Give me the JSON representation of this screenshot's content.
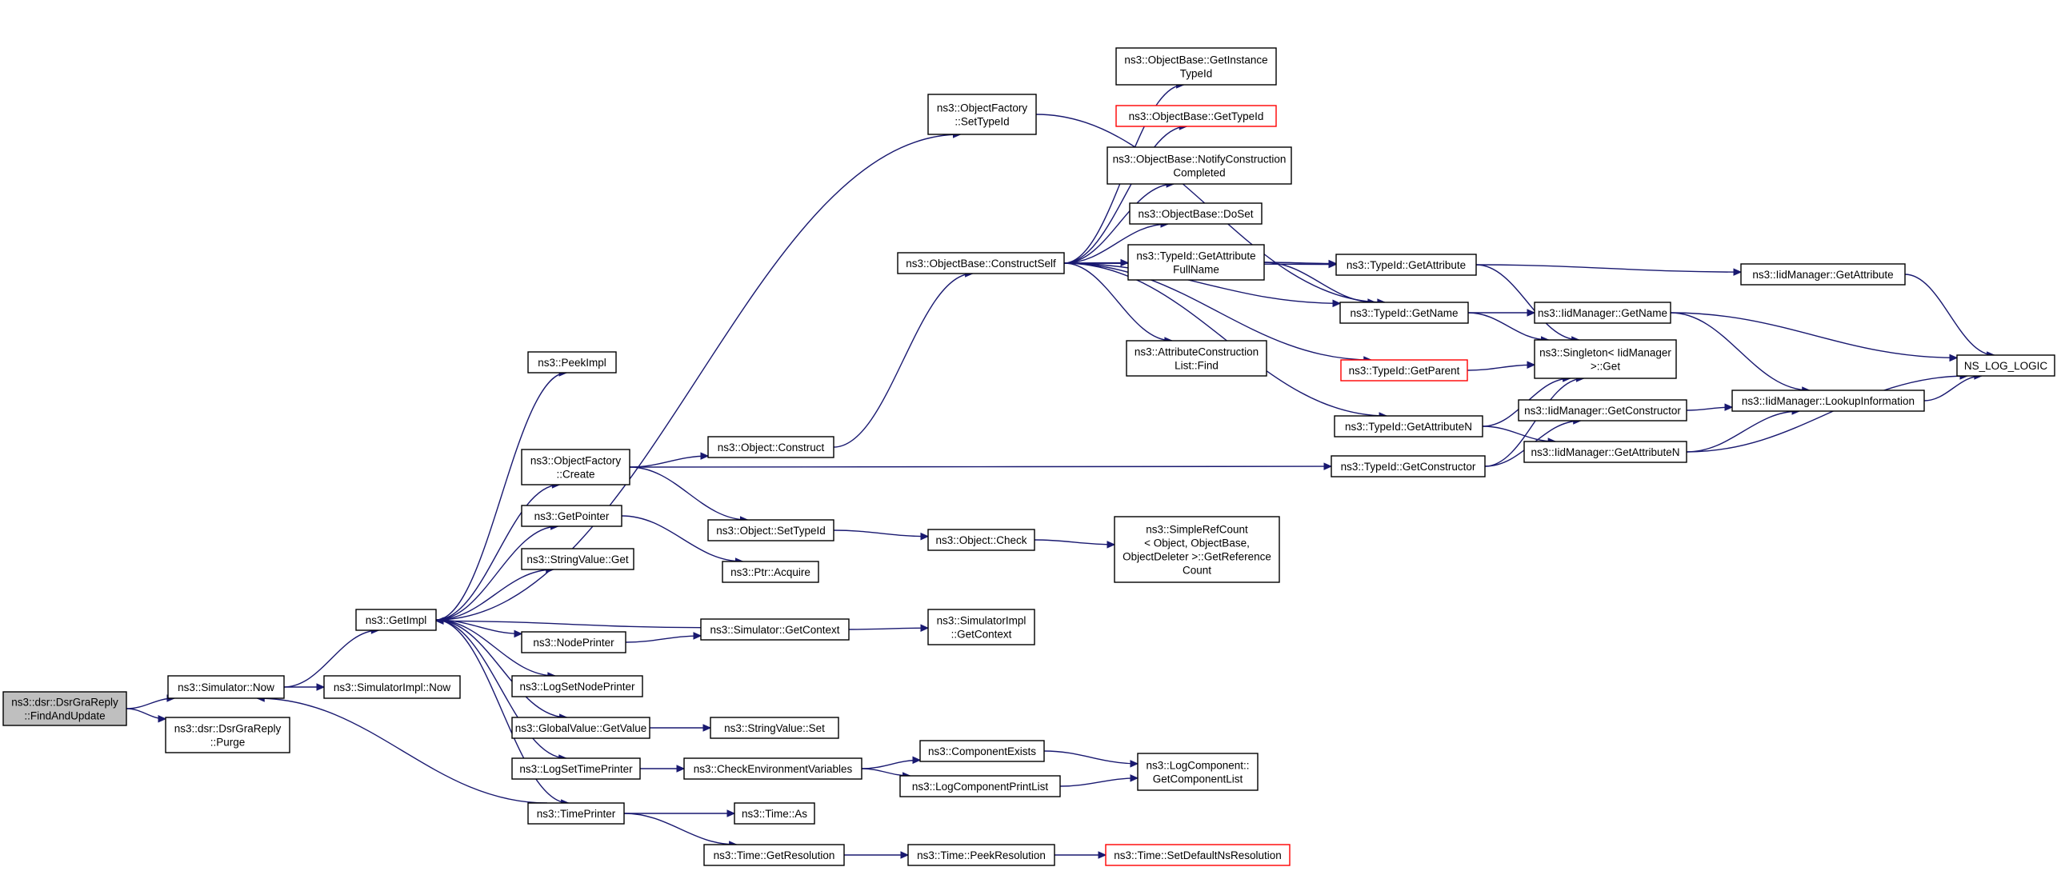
{
  "diagram": {
    "type": "call-graph",
    "colors": {
      "edge": "#191970",
      "root_fill": "#bfbfbf",
      "node_fill": "#ffffff",
      "red_border": "#ff0000"
    },
    "nodes": [
      {
        "id": "root",
        "lines": [
          "ns3::dsr::DsrGraReply",
          "::FindAndUpdate"
        ],
        "style": "root"
      },
      {
        "id": "simnow",
        "lines": [
          "ns3::Simulator::Now"
        ],
        "style": "normal"
      },
      {
        "id": "purge",
        "lines": [
          "ns3::dsr::DsrGraReply",
          "::Purge"
        ],
        "style": "normal"
      },
      {
        "id": "getimpl",
        "lines": [
          "ns3::GetImpl"
        ],
        "style": "normal"
      },
      {
        "id": "simimplnow",
        "lines": [
          "ns3::SimulatorImpl::Now"
        ],
        "style": "normal"
      },
      {
        "id": "peekimpl",
        "lines": [
          "ns3::PeekImpl"
        ],
        "style": "normal"
      },
      {
        "id": "ofcreate",
        "lines": [
          "ns3::ObjectFactory",
          "::Create"
        ],
        "style": "normal"
      },
      {
        "id": "getpointer",
        "lines": [
          "ns3::GetPointer"
        ],
        "style": "normal"
      },
      {
        "id": "strvalget",
        "lines": [
          "ns3::StringValue::Get"
        ],
        "style": "normal"
      },
      {
        "id": "nodeprinter",
        "lines": [
          "ns3::NodePrinter"
        ],
        "style": "normal"
      },
      {
        "id": "logsetnode",
        "lines": [
          "ns3::LogSetNodePrinter"
        ],
        "style": "normal"
      },
      {
        "id": "gvgetvalue",
        "lines": [
          "ns3::GlobalValue::GetValue"
        ],
        "style": "normal"
      },
      {
        "id": "logsettime",
        "lines": [
          "ns3::LogSetTimePrinter"
        ],
        "style": "normal"
      },
      {
        "id": "timeprinter",
        "lines": [
          "ns3::TimePrinter"
        ],
        "style": "normal"
      },
      {
        "id": "ofsettypeid",
        "lines": [
          "ns3::ObjectFactory",
          "::SetTypeId"
        ],
        "style": "normal"
      },
      {
        "id": "objconstruct",
        "lines": [
          "ns3::Object::Construct"
        ],
        "style": "normal"
      },
      {
        "id": "objsettypeid",
        "lines": [
          "ns3::Object::SetTypeId"
        ],
        "style": "normal"
      },
      {
        "id": "ptracquire",
        "lines": [
          "ns3::Ptr::Acquire"
        ],
        "style": "normal"
      },
      {
        "id": "simgetctx",
        "lines": [
          "ns3::Simulator::GetContext"
        ],
        "style": "normal"
      },
      {
        "id": "strvalset",
        "lines": [
          "ns3::StringValue::Set"
        ],
        "style": "normal"
      },
      {
        "id": "checkenv",
        "lines": [
          "ns3::CheckEnvironmentVariables"
        ],
        "style": "normal"
      },
      {
        "id": "timeas",
        "lines": [
          "ns3::Time::As"
        ],
        "style": "normal"
      },
      {
        "id": "timegetres",
        "lines": [
          "ns3::Time::GetResolution"
        ],
        "style": "normal"
      },
      {
        "id": "constructself",
        "lines": [
          "ns3::ObjectBase::ConstructSelf"
        ],
        "style": "normal"
      },
      {
        "id": "objcheck",
        "lines": [
          "ns3::Object::Check"
        ],
        "style": "normal"
      },
      {
        "id": "simimplgetctx",
        "lines": [
          "ns3::SimulatorImpl",
          "::GetContext"
        ],
        "style": "normal"
      },
      {
        "id": "compexists",
        "lines": [
          "ns3::ComponentExists"
        ],
        "style": "normal"
      },
      {
        "id": "lcprintlist",
        "lines": [
          "ns3::LogComponentPrintList"
        ],
        "style": "normal"
      },
      {
        "id": "timepeekres",
        "lines": [
          "ns3::Time::PeekResolution"
        ],
        "style": "normal"
      },
      {
        "id": "getinsttypeid",
        "lines": [
          "ns3::ObjectBase::GetInstance",
          "TypeId"
        ],
        "style": "normal"
      },
      {
        "id": "obgettypeid",
        "lines": [
          "ns3::ObjectBase::GetTypeId"
        ],
        "style": "red"
      },
      {
        "id": "notifyconst",
        "lines": [
          "ns3::ObjectBase::NotifyConstruction",
          "Completed"
        ],
        "style": "normal"
      },
      {
        "id": "doset",
        "lines": [
          "ns3::ObjectBase::DoSet"
        ],
        "style": "normal"
      },
      {
        "id": "tidgetattrfull",
        "lines": [
          "ns3::TypeId::GetAttribute",
          "FullName"
        ],
        "style": "normal"
      },
      {
        "id": "attrconstfind",
        "lines": [
          "ns3::AttributeConstruction",
          "List::Find"
        ],
        "style": "normal"
      },
      {
        "id": "simplerefcount",
        "lines": [
          "ns3::SimpleRefCount",
          "< Object, ObjectBase,",
          "ObjectDeleter >::GetReference",
          "Count"
        ],
        "style": "normal"
      },
      {
        "id": "lcgetlist",
        "lines": [
          "ns3::LogComponent::",
          "GetComponentList"
        ],
        "style": "normal"
      },
      {
        "id": "setdefaultns",
        "lines": [
          "ns3::Time::SetDefaultNsResolution"
        ],
        "style": "red"
      },
      {
        "id": "tidgetattr",
        "lines": [
          "ns3::TypeId::GetAttribute"
        ],
        "style": "normal"
      },
      {
        "id": "tidgetname",
        "lines": [
          "ns3::TypeId::GetName"
        ],
        "style": "normal"
      },
      {
        "id": "tidgetparent",
        "lines": [
          "ns3::TypeId::GetParent"
        ],
        "style": "red"
      },
      {
        "id": "tidgetattrn",
        "lines": [
          "ns3::TypeId::GetAttributeN"
        ],
        "style": "normal"
      },
      {
        "id": "tidgetctor",
        "lines": [
          "ns3::TypeId::GetConstructor"
        ],
        "style": "normal"
      },
      {
        "id": "iidgetattr",
        "lines": [
          "ns3::IidManager::GetAttribute"
        ],
        "style": "normal"
      },
      {
        "id": "iidgetname",
        "lines": [
          "ns3::IidManager::GetName"
        ],
        "style": "normal"
      },
      {
        "id": "singletonget",
        "lines": [
          "ns3::Singleton< IidManager",
          ">::Get"
        ],
        "style": "normal"
      },
      {
        "id": "iidgetctor",
        "lines": [
          "ns3::IidManager::GetConstructor"
        ],
        "style": "normal"
      },
      {
        "id": "iidgetattrn",
        "lines": [
          "ns3::IidManager::GetAttributeN"
        ],
        "style": "normal"
      },
      {
        "id": "iidlookup",
        "lines": [
          "ns3::IidManager::LookupInformation"
        ],
        "style": "normal"
      },
      {
        "id": "nslog",
        "lines": [
          "NS_LOG_LOGIC"
        ],
        "style": "normal"
      }
    ],
    "edges": [
      [
        "root",
        "simnow"
      ],
      [
        "root",
        "purge"
      ],
      [
        "simnow",
        "getimpl"
      ],
      [
        "simnow",
        "simimplnow"
      ],
      [
        "getimpl",
        "peekimpl"
      ],
      [
        "getimpl",
        "ofcreate"
      ],
      [
        "getimpl",
        "getpointer"
      ],
      [
        "getimpl",
        "strvalget"
      ],
      [
        "getimpl",
        "nodeprinter"
      ],
      [
        "getimpl",
        "logsetnode"
      ],
      [
        "getimpl",
        "gvgetvalue"
      ],
      [
        "getimpl",
        "logsettime"
      ],
      [
        "getimpl",
        "timeprinter"
      ],
      [
        "getimpl",
        "ofsettypeid"
      ],
      [
        "ofcreate",
        "objconstruct"
      ],
      [
        "ofcreate",
        "objsettypeid"
      ],
      [
        "ofcreate",
        "tidgetctor"
      ],
      [
        "getpointer",
        "ptracquire"
      ],
      [
        "nodeprinter",
        "simgetctx"
      ],
      [
        "simgetctx",
        "getimpl"
      ],
      [
        "simgetctx",
        "simimplgetctx"
      ],
      [
        "gvgetvalue",
        "strvalset"
      ],
      [
        "logsettime",
        "checkenv"
      ],
      [
        "checkenv",
        "compexists"
      ],
      [
        "checkenv",
        "lcprintlist"
      ],
      [
        "compexists",
        "lcgetlist"
      ],
      [
        "lcprintlist",
        "lcgetlist"
      ],
      [
        "timeprinter",
        "timeas"
      ],
      [
        "timeprinter",
        "timegetres"
      ],
      [
        "timeprinter",
        "simnow"
      ],
      [
        "timegetres",
        "timepeekres"
      ],
      [
        "timepeekres",
        "setdefaultns"
      ],
      [
        "objconstruct",
        "constructself"
      ],
      [
        "objsettypeid",
        "objcheck"
      ],
      [
        "objcheck",
        "simplerefcount"
      ],
      [
        "ofsettypeid",
        "tidgetname"
      ],
      [
        "constructself",
        "getinsttypeid"
      ],
      [
        "constructself",
        "obgettypeid"
      ],
      [
        "constructself",
        "notifyconst"
      ],
      [
        "constructself",
        "doset"
      ],
      [
        "constructself",
        "tidgetattrfull"
      ],
      [
        "constructself",
        "attrconstfind"
      ],
      [
        "constructself",
        "tidgetname"
      ],
      [
        "constructself",
        "tidgetparent"
      ],
      [
        "constructself",
        "tidgetattrn"
      ],
      [
        "constructself",
        "tidgetattr"
      ],
      [
        "tidgetattrfull",
        "tidgetattr"
      ],
      [
        "tidgetattrfull",
        "tidgetname"
      ],
      [
        "tidgetattr",
        "iidgetattr"
      ],
      [
        "tidgetattr",
        "singletonget"
      ],
      [
        "tidgetname",
        "iidgetname"
      ],
      [
        "tidgetname",
        "singletonget"
      ],
      [
        "tidgetparent",
        "singletonget"
      ],
      [
        "tidgetattrn",
        "singletonget"
      ],
      [
        "tidgetattrn",
        "iidgetattrn"
      ],
      [
        "tidgetctor",
        "singletonget"
      ],
      [
        "tidgetctor",
        "iidgetctor"
      ],
      [
        "iidgetattr",
        "nslog"
      ],
      [
        "iidgetname",
        "nslog"
      ],
      [
        "iidgetname",
        "iidlookup"
      ],
      [
        "iidgetctor",
        "iidlookup"
      ],
      [
        "iidgetattrn",
        "iidlookup"
      ],
      [
        "iidgetattrn",
        "nslog"
      ],
      [
        "iidlookup",
        "nslog"
      ]
    ]
  }
}
